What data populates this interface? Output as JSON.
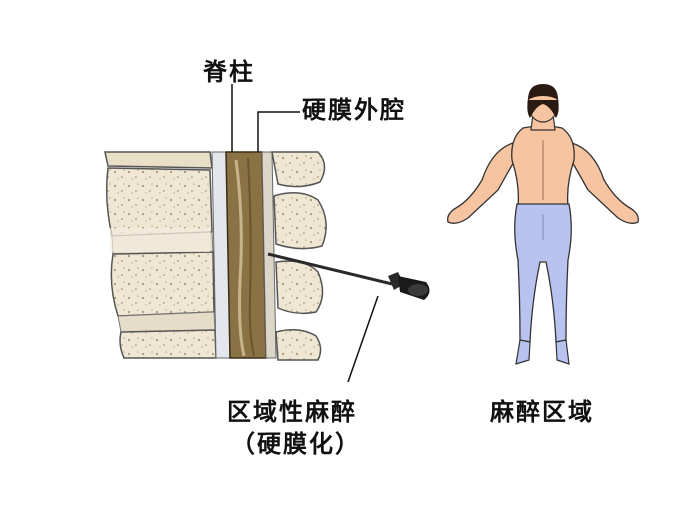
{
  "labels": {
    "spine": "脊柱",
    "epidural_space": "硬膜外腔",
    "regional_anesthesia": "区域性麻醉",
    "regional_anesthesia_sub": "（硬膜化）",
    "anesthesia_area": "麻醉区域"
  },
  "colors": {
    "bone": "#efe7d3",
    "bone_spots": "#a89878",
    "spinal_cord": "#8a7244",
    "skin": "#f6c4a0",
    "hair": "#2a1a12",
    "anesthetized": "#b9c3ef",
    "needle": "#2a2a2a"
  },
  "icons": [
    "spine-cross-section-illustration",
    "syringe-needle-icon",
    "human-back-figure"
  ]
}
